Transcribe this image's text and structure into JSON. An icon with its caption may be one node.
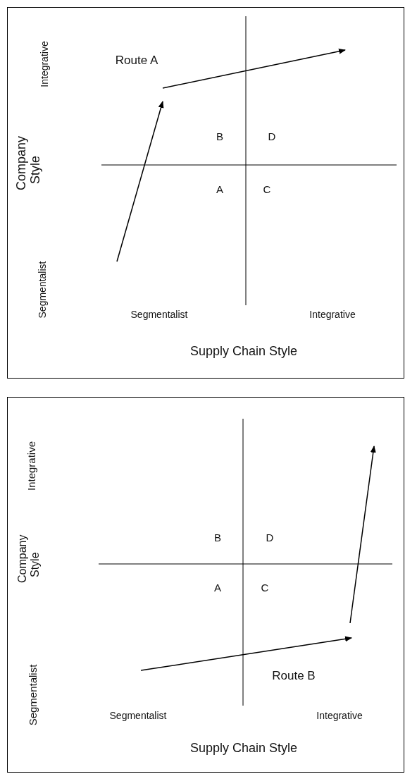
{
  "diagram": {
    "nodes": [
      {
        "text": [
          "Integrative",
          "Route A",
          "B",
          "D",
          "Company Style",
          "A",
          "C",
          "Segmentalist",
          "Segmentalist",
          "Integrative",
          "Supply Chain Style"
        ]
      },
      {
        "text": [
          "Integrative",
          "B",
          "D",
          "Company Style",
          "A",
          "C",
          "Route B",
          "Segmentalist",
          "Segmentalist",
          "Integrative",
          "Supply Chain Style"
        ]
      }
    ]
  }
}
